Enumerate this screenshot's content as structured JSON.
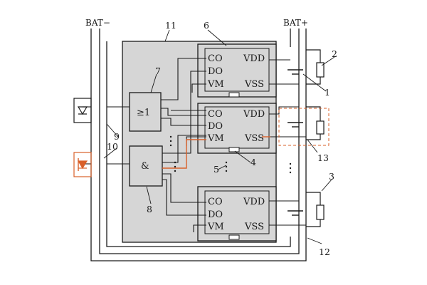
{
  "rails": {
    "negative": "BAT−",
    "positive": "BAT+"
  },
  "chip_pins": {
    "co": "CO",
    "do": "DO",
    "vm": "VM",
    "vdd": "VDD",
    "vss": "VSS"
  },
  "gates": {
    "or_symbol": "≥1",
    "and_symbol": "&"
  },
  "callouts": {
    "n1": "1",
    "n2": "2",
    "n3": "3",
    "n4": "4",
    "n5": "5",
    "n6": "6",
    "n7": "7",
    "n8": "8",
    "n9": "9",
    "n10": "10",
    "n11": "11",
    "n12": "12",
    "n13": "13"
  },
  "colors": {
    "panel": "#d6d6d6",
    "line": "#1a1a1a",
    "highlight": "#d9602a",
    "dashed": "#d9602a"
  }
}
